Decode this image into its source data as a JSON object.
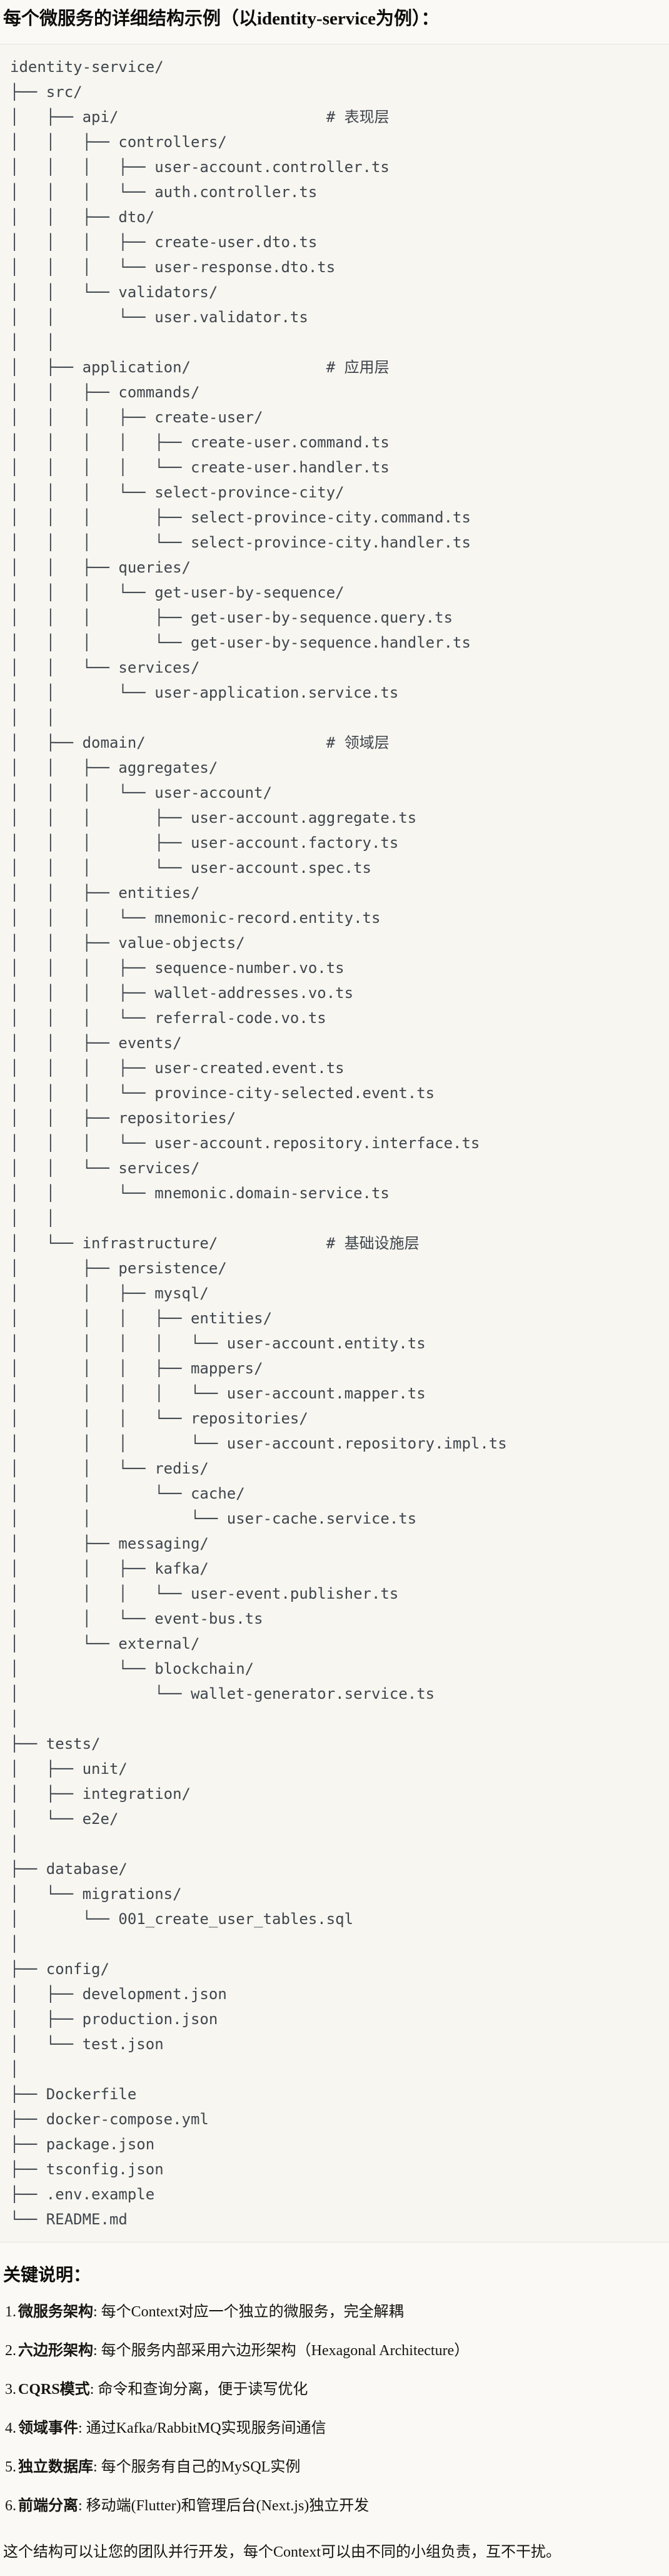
{
  "colors": {
    "page_bg": "#FAF9F5",
    "code_bg": "#F7F6F0",
    "code_border": "#E7E4DB",
    "code_text": "#3F454D",
    "body_text": "#161511"
  },
  "page": {
    "title": "每个微服务的详细结构示例（以identity-service为例）："
  },
  "code_block": {
    "tree_lines": [
      "identity-service/",
      "├── src/",
      "│   ├── api/                       # 表现层",
      "│   │   ├── controllers/",
      "│   │   │   ├── user-account.controller.ts",
      "│   │   │   └── auth.controller.ts",
      "│   │   ├── dto/",
      "│   │   │   ├── create-user.dto.ts",
      "│   │   │   └── user-response.dto.ts",
      "│   │   └── validators/",
      "│   │       └── user.validator.ts",
      "│   │",
      "│   ├── application/               # 应用层",
      "│   │   ├── commands/",
      "│   │   │   ├── create-user/",
      "│   │   │   │   ├── create-user.command.ts",
      "│   │   │   │   └── create-user.handler.ts",
      "│   │   │   └── select-province-city/",
      "│   │   │       ├── select-province-city.command.ts",
      "│   │   │       └── select-province-city.handler.ts",
      "│   │   ├── queries/",
      "│   │   │   └── get-user-by-sequence/",
      "│   │   │       ├── get-user-by-sequence.query.ts",
      "│   │   │       └── get-user-by-sequence.handler.ts",
      "│   │   └── services/",
      "│   │       └── user-application.service.ts",
      "│   │",
      "│   ├── domain/                    # 领域层",
      "│   │   ├── aggregates/",
      "│   │   │   └── user-account/",
      "│   │   │       ├── user-account.aggregate.ts",
      "│   │   │       ├── user-account.factory.ts",
      "│   │   │       └── user-account.spec.ts",
      "│   │   ├── entities/",
      "│   │   │   └── mnemonic-record.entity.ts",
      "│   │   ├── value-objects/",
      "│   │   │   ├── sequence-number.vo.ts",
      "│   │   │   ├── wallet-addresses.vo.ts",
      "│   │   │   └── referral-code.vo.ts",
      "│   │   ├── events/",
      "│   │   │   ├── user-created.event.ts",
      "│   │   │   └── province-city-selected.event.ts",
      "│   │   ├── repositories/",
      "│   │   │   └── user-account.repository.interface.ts",
      "│   │   └── services/",
      "│   │       └── mnemonic.domain-service.ts",
      "│   │",
      "│   └── infrastructure/            # 基础设施层",
      "│       ├── persistence/",
      "│       │   ├── mysql/",
      "│       │   │   ├── entities/",
      "│       │   │   │   └── user-account.entity.ts",
      "│       │   │   ├── mappers/",
      "│       │   │   │   └── user-account.mapper.ts",
      "│       │   │   └── repositories/",
      "│       │   │       └── user-account.repository.impl.ts",
      "│       │   └── redis/",
      "│       │       └── cache/",
      "│       │           └── user-cache.service.ts",
      "│       ├── messaging/",
      "│       │   ├── kafka/",
      "│       │   │   └── user-event.publisher.ts",
      "│       │   └── event-bus.ts",
      "│       └── external/",
      "│           └── blockchain/",
      "│               └── wallet-generator.service.ts",
      "│",
      "├── tests/",
      "│   ├── unit/",
      "│   ├── integration/",
      "│   └── e2e/",
      "│",
      "├── database/",
      "│   └── migrations/",
      "│       └── 001_create_user_tables.sql",
      "│",
      "├── config/",
      "│   ├── development.json",
      "│   ├── production.json",
      "│   └── test.json",
      "│",
      "├── Dockerfile",
      "├── docker-compose.yml",
      "├── package.json",
      "├── tsconfig.json",
      "├── .env.example",
      "└── README.md"
    ]
  },
  "notes": {
    "heading": "关键说明：",
    "items": [
      {
        "num": "1.",
        "term": "微服务架构",
        "desc": ": 每个Context对应一个独立的微服务，完全解耦"
      },
      {
        "num": "2.",
        "term": "六边形架构",
        "desc": ": 每个服务内部采用六边形架构（Hexagonal Architecture）"
      },
      {
        "num": "3.",
        "term": "CQRS模式",
        "desc": ": 命令和查询分离，便于读写优化"
      },
      {
        "num": "4.",
        "term": "领域事件",
        "desc": ": 通过Kafka/RabbitMQ实现服务间通信"
      },
      {
        "num": "5.",
        "term": "独立数据库",
        "desc": ": 每个服务有自己的MySQL实例"
      },
      {
        "num": "6.",
        "term": "前端分离",
        "desc": ": 移动端(Flutter)和管理后台(Next.js)独立开发"
      }
    ],
    "footer": "这个结构可以让您的团队并行开发，每个Context可以由不同的小组负责，互不干扰。"
  }
}
